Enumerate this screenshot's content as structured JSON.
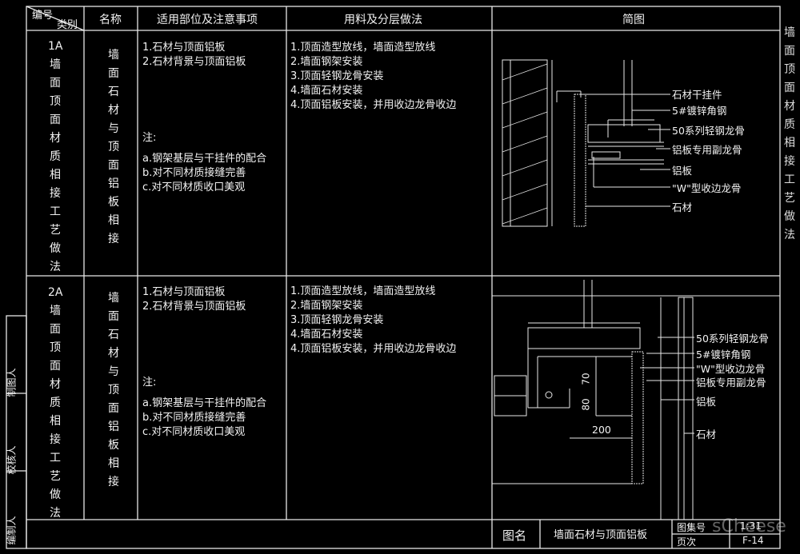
{
  "header": {
    "code": "编号",
    "category": "类别",
    "name": "名称",
    "scope": "适用部位及注意事项",
    "method": "用料及分层做法",
    "diagram": "简图"
  },
  "rows": [
    {
      "code": "1A",
      "title": "墙面顶面材质相接工艺做法",
      "name": "墙面石材与顶面铝板相接",
      "scope": [
        "1.石材与顶面铝板",
        "2.石材背景与顶面铝板"
      ],
      "note_label": "注:",
      "notes": [
        "a.钢架基层与干挂件的配合",
        "b.对不同材质接缝完善",
        "c.对不同材质收口美观"
      ],
      "method": [
        "1.顶面造型放线，墙面造型放线",
        "2.墙面钢架安装",
        "3.顶面轻钢龙骨安装",
        "4.墙面石材安装",
        "4.顶面铝板安装，并用收边龙骨收边"
      ],
      "labels": [
        "石材干挂件",
        "5#镀锌角钢",
        "50系列轻钢龙骨",
        "铝板专用副龙骨",
        "铝板",
        "\"W\"型收边龙骨",
        "石材"
      ]
    },
    {
      "code": "2A",
      "title": "墙面顶面材质相接工艺做法",
      "name": "墙面石材与顶面铝板相接",
      "scope": [
        "1.石材与顶面铝板",
        "2.石材背景与顶面铝板"
      ],
      "note_label": "注:",
      "notes": [
        "a.钢架基层与干挂件的配合",
        "b.对不同材质接缝完善",
        "c.对不同材质收口美观"
      ],
      "method": [
        "1.顶面造型放线，墙面造型放线",
        "2.墙面钢架安装",
        "3.顶面轻钢龙骨安装",
        "4.墙面石材安装",
        "4.顶面铝板安装，并用收边龙骨收边"
      ],
      "labels": [
        "50系列轻钢龙骨",
        "5#镀锌角钢",
        "\"W\"型收边龙骨",
        "铝板专用副龙骨",
        "铝板",
        "石材"
      ],
      "dims": [
        "70",
        "80",
        "200"
      ]
    }
  ],
  "side_title": "墙面顶面材质相接工艺做法",
  "sign_boxes": [
    "制图人",
    "校核人",
    "编制人"
  ],
  "footer": {
    "name_label": "图名",
    "name_value": "墙面石材与顶面铝板",
    "map_label": "图集号",
    "map_value": "1:31",
    "page_label": "页次",
    "page_value": "F-14"
  },
  "watermark": "sCheese"
}
